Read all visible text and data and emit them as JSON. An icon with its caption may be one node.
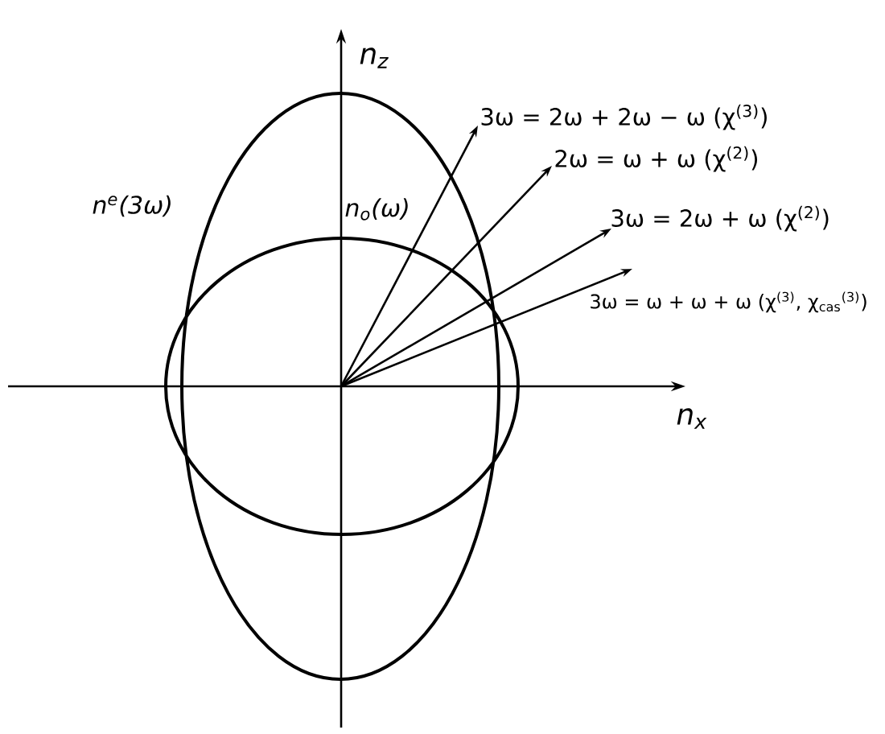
{
  "diagram": {
    "nodes": [
      {
        "text": [
          "3ω = 2ω + 2ω − ω (χ$^{(3)}$)"
        ]
      },
      {
        "text": [
          "2ω = ω + ω (χ$^{(2)}$)"
        ]
      },
      {
        "text": [
          "3ω = 2ω + ω (χ$^{(2)}$)"
        ]
      },
      {
        "text": [
          "3ω = ω + ω + ω (χ$^{(3)}$, χ$_{cas}$$^{(3)}$)"
        ]
      }
    ],
    "edges": [
      {
        "from": null,
        "to": 0,
        "arrow": "to"
      },
      {
        "from": null,
        "to": 1,
        "arrow": "to"
      },
      {
        "from": null,
        "to": 2,
        "arrow": "to"
      },
      {
        "from": null,
        "to": 3,
        "arrow": "to"
      }
    ],
    "labels": [
      "n$_{z}$",
      "n$^{e}$(3ω)",
      "n$_{o}$(ω)",
      "n$_{x}$"
    ]
  }
}
